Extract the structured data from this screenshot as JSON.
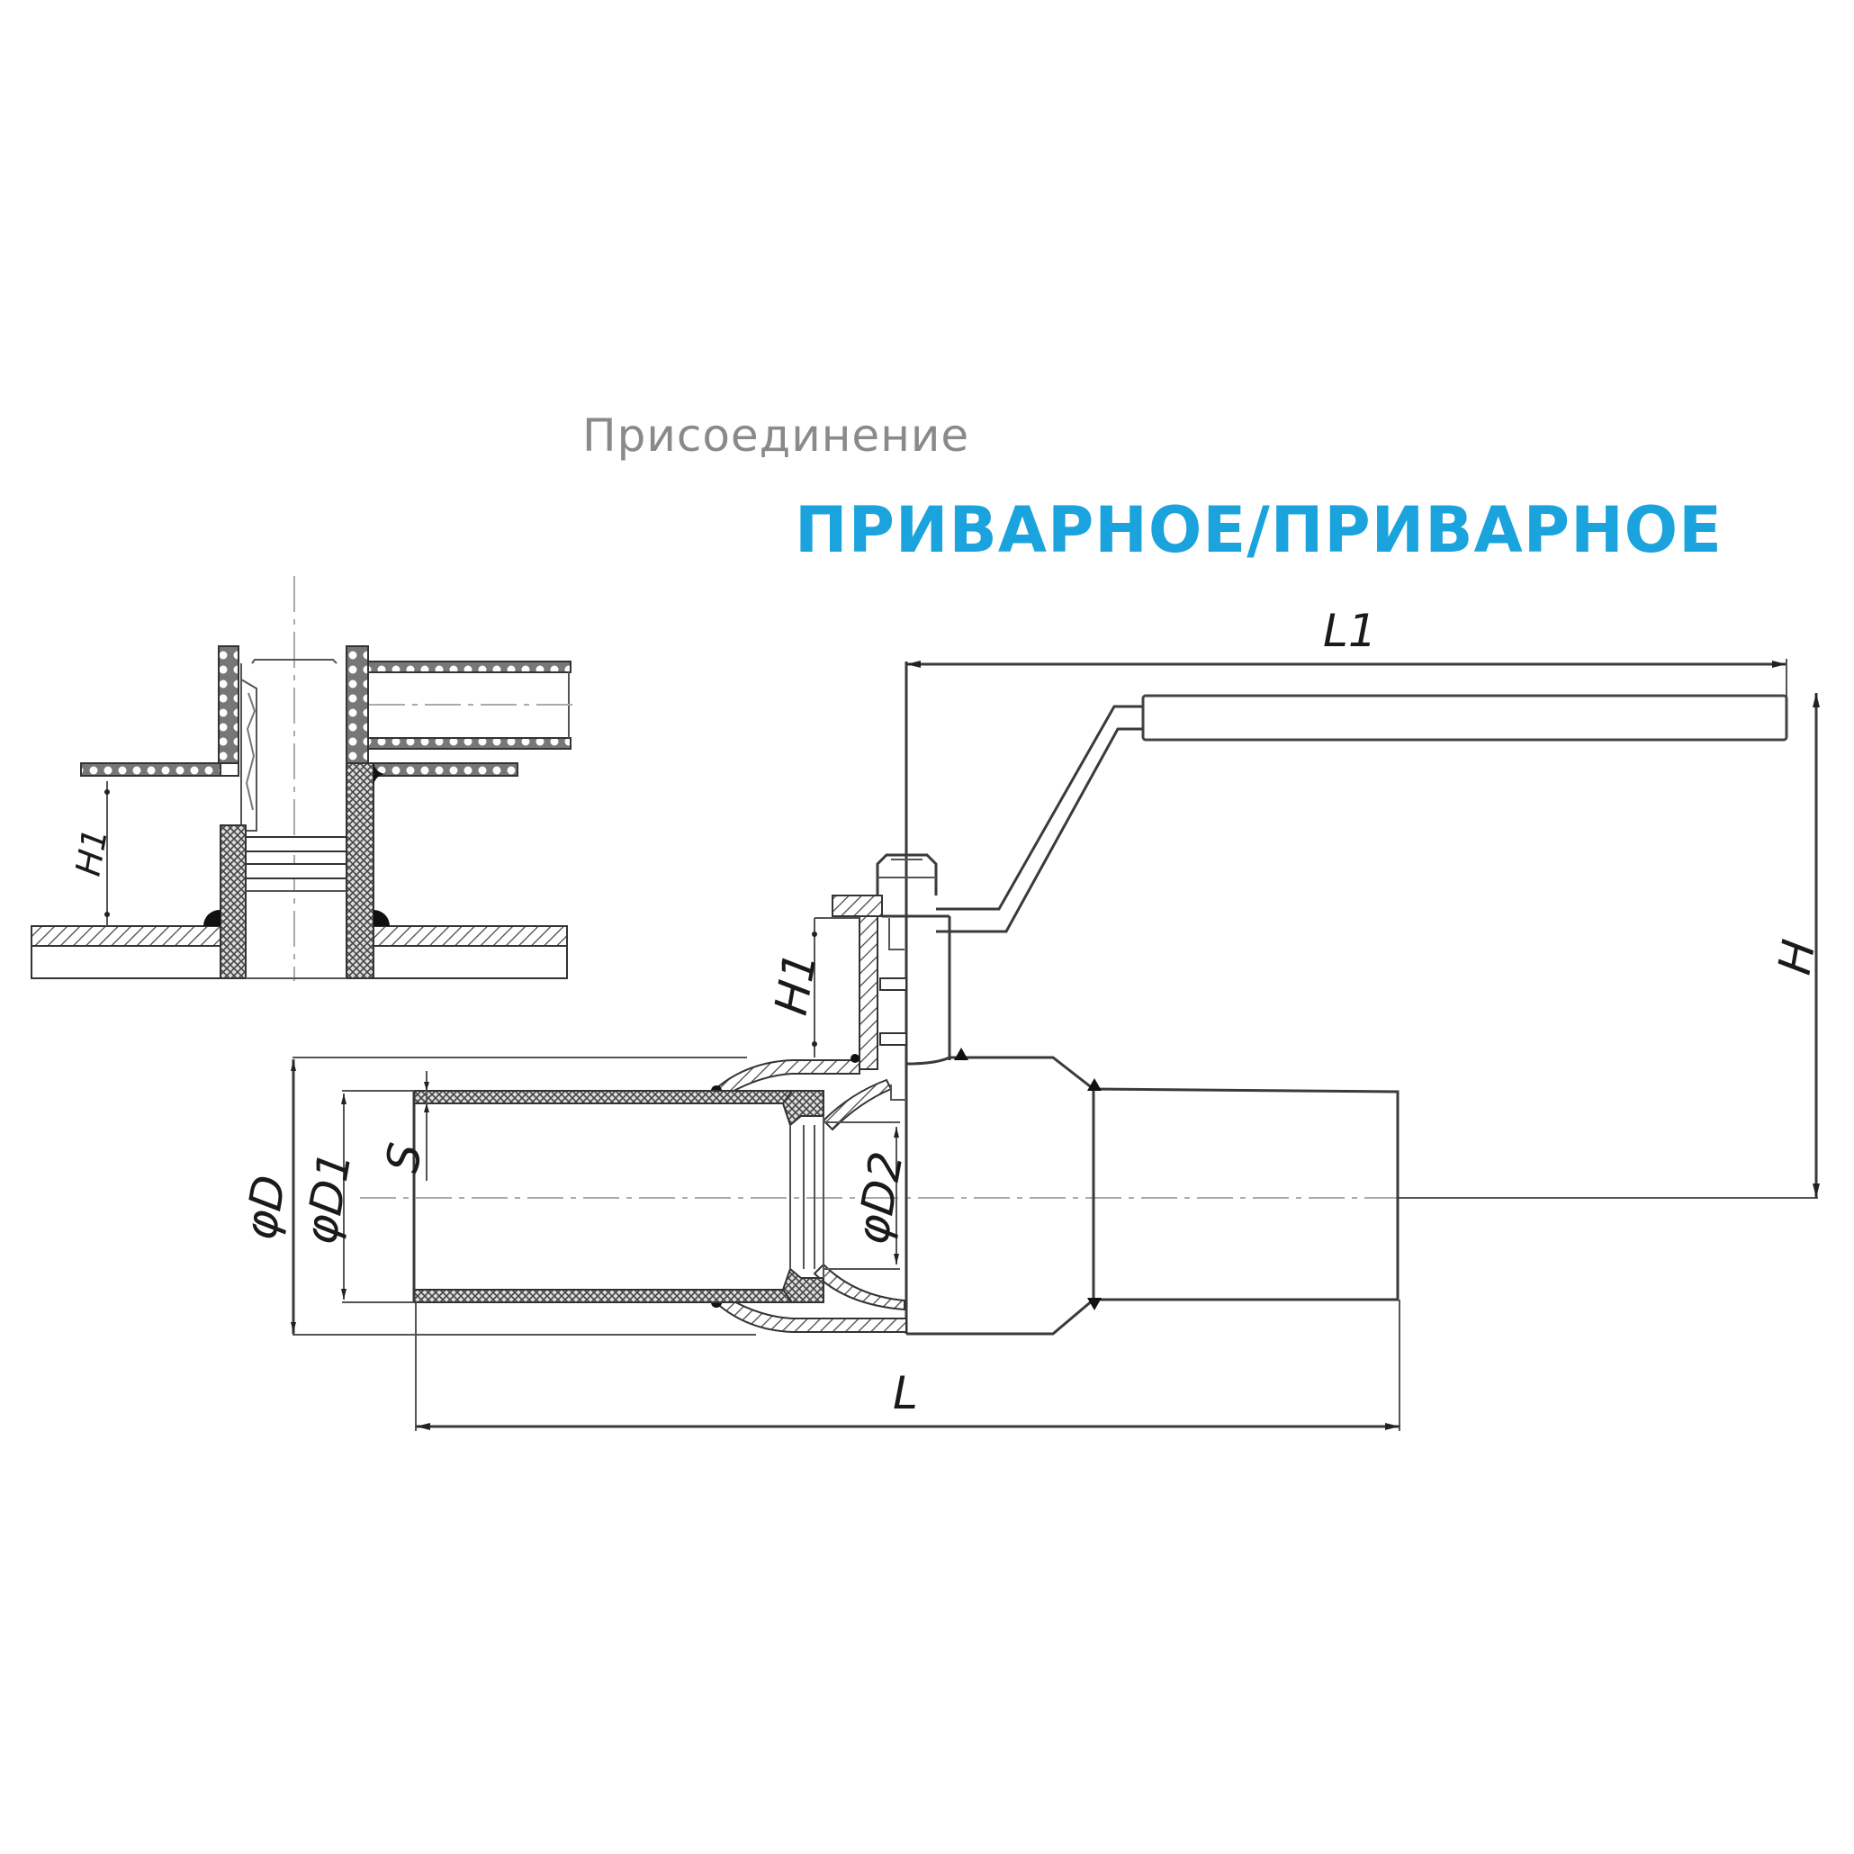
{
  "header": {
    "subtitle": "Присоединение",
    "title": "ПРИВАРНОЕ/ПРИВАРНОЕ",
    "subtitle_color": "#8a8a8a",
    "title_color": "#1aa3dc"
  },
  "drawing": {
    "type": "ball-valve-technical-drawing",
    "main_view": {
      "dimensions": {
        "L": "L",
        "L1": "L1",
        "H": "H",
        "H1": "H1",
        "D": "φD",
        "D1": "φD1",
        "D2": "φD2",
        "S": "S"
      }
    },
    "inset_view": {
      "dimensions": {
        "H1": "H1"
      }
    }
  }
}
